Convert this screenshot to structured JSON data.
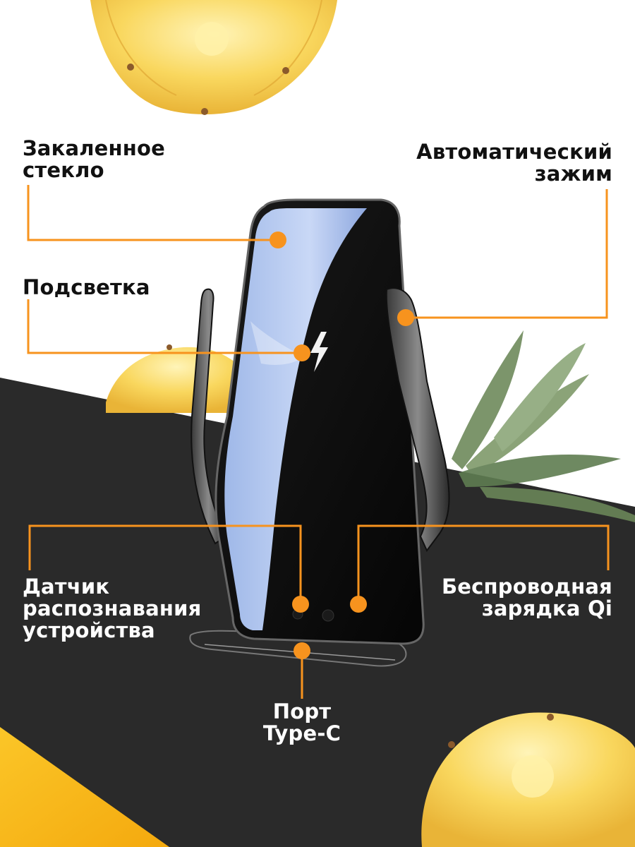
{
  "colors": {
    "accent": "#F7931E",
    "dark_panel": "#2A2A2A",
    "yellow_corner": "#F9B818",
    "pineapple_flesh": "#F7D36A",
    "leaf_green": "#6E8A5C"
  },
  "labels": {
    "tempered_glass": "Закаленное\nстекло",
    "auto_clamp": "Автоматический\nзажим",
    "backlight": "Подсветка",
    "sensor": "Датчик\nраспознавания\nустройства",
    "wireless": "Беспроводная\nзарядка Qi",
    "port": "Порт\nType-C"
  },
  "icons": {
    "charging_symbol": "lightning-bolt-icon"
  }
}
